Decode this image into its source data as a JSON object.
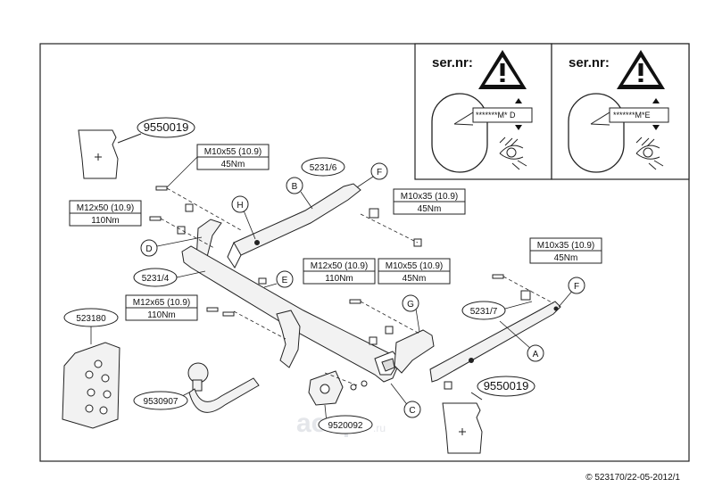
{
  "ser_panel_1": {
    "title": "ser.nr:",
    "code": "*******M* D"
  },
  "ser_panel_2": {
    "title": "ser.nr:",
    "code": "*******M*E"
  },
  "labels": {
    "part_9550019_top": "9550019",
    "part_9550019_bottom": "9550019",
    "part_523180": "523180",
    "part_9530907": "9530907",
    "part_9520092": "9520092",
    "part_5231_6": "5231/6",
    "part_5231_4": "5231/4",
    "part_5231_7": "5231/7",
    "letter_a": "A",
    "letter_b": "B",
    "letter_c": "C",
    "letter_d": "D",
    "letter_e": "E",
    "letter_f1": "F",
    "letter_f2": "F",
    "letter_g": "G",
    "letter_h": "H"
  },
  "bolts": {
    "m10x55_top": {
      "size": "M10x55 (10.9)",
      "torque": "45Nm"
    },
    "m12x50_left": {
      "size": "M12x50 (10.9)",
      "torque": "110Nm"
    },
    "m10x35_mid": {
      "size": "M10x35 (10.9)",
      "torque": "45Nm"
    },
    "m12x50_center": {
      "size": "M12x50 (10.9)",
      "torque": "110Nm"
    },
    "m10x55_center": {
      "size": "M10x55 (10.9)",
      "torque": "45Nm"
    },
    "m12x65": {
      "size": "M12x65 (10.9)",
      "torque": "110Nm"
    },
    "m10x35_right": {
      "size": "M10x35 (10.9)",
      "torque": "45Nm"
    }
  },
  "watermark": {
    "brand": "aoap",
    "tld": ".ru"
  },
  "copyright": "© 523170/22-05-2012/1"
}
